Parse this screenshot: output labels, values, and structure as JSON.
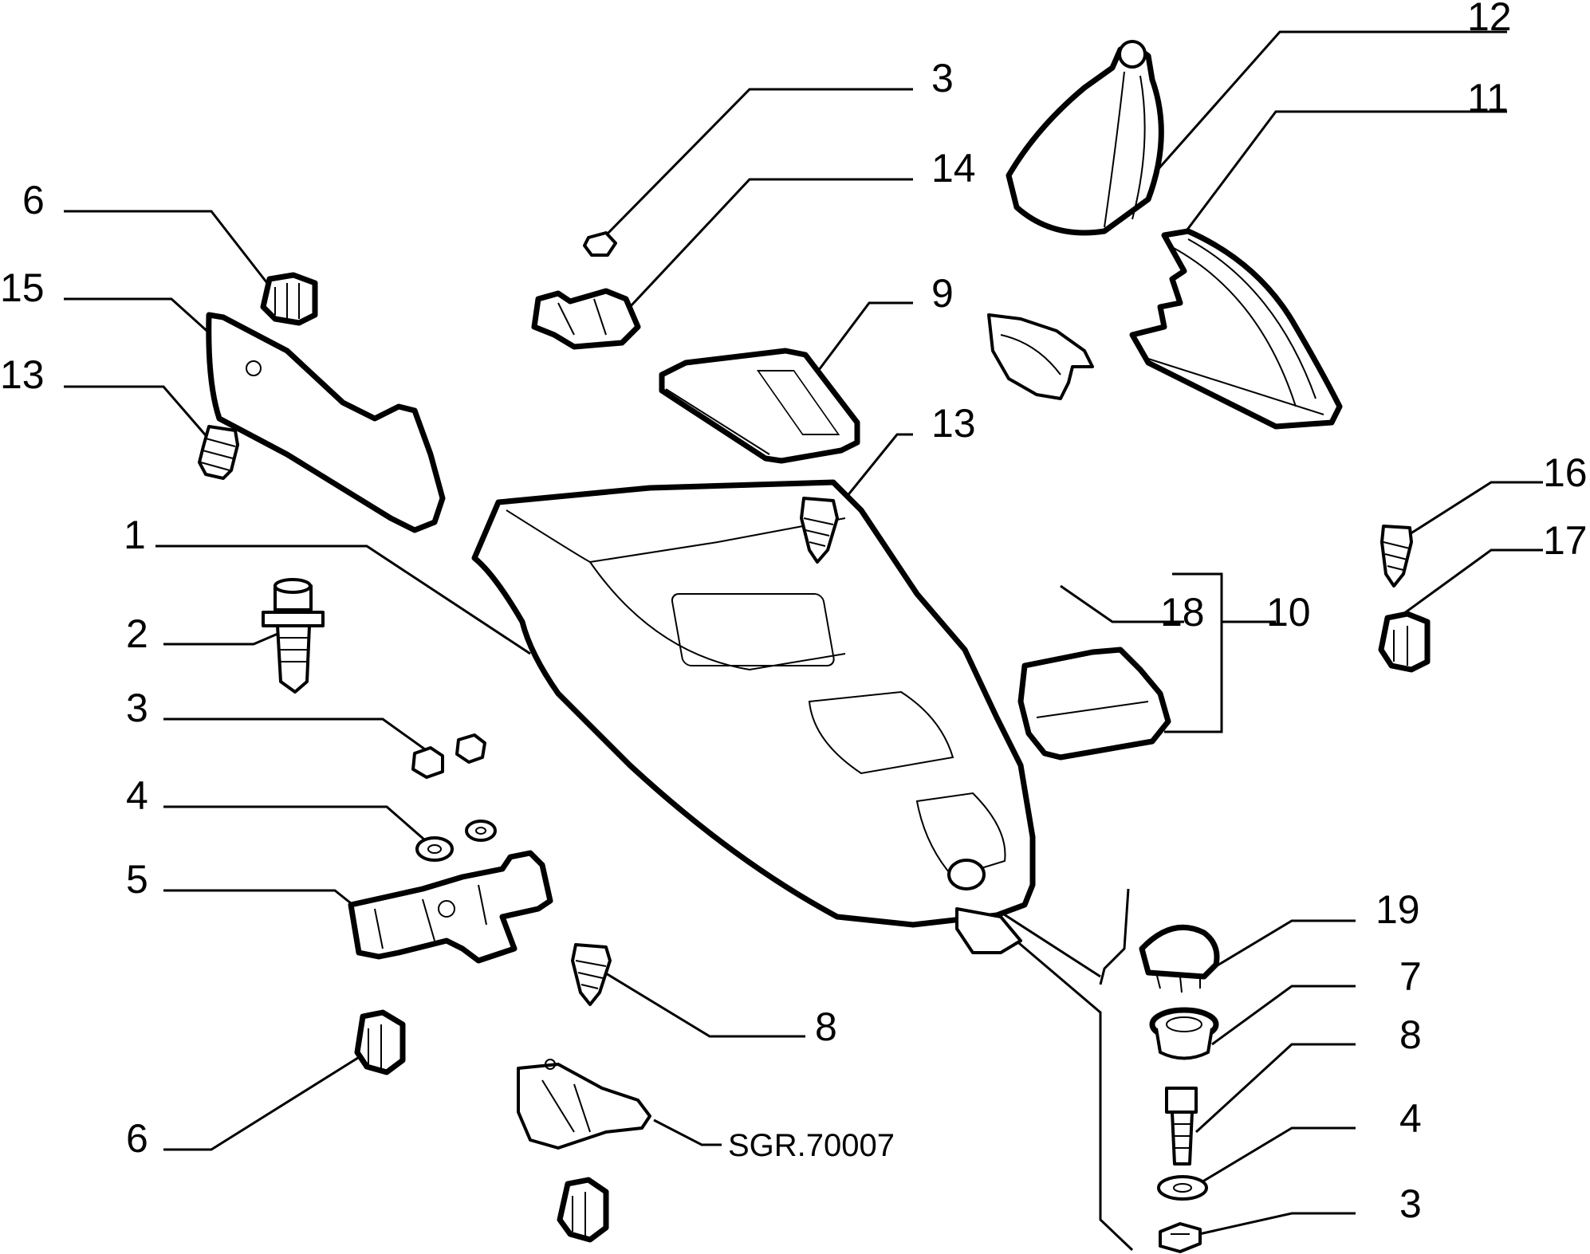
{
  "callouts": {
    "c12": "12",
    "c11": "11",
    "c3_top": "3",
    "c14": "14",
    "c6_top": "6",
    "c15": "15",
    "c13_left": "13",
    "c9": "9",
    "c13_mid": "13",
    "c16": "16",
    "c17": "17",
    "c1": "1",
    "c18": "18",
    "c10": "10",
    "c2": "2",
    "c3_left": "3",
    "c4_left": "4",
    "c5": "5",
    "c19": "19",
    "c7": "7",
    "c8_mid": "8",
    "c8_right": "8",
    "c4_right": "4",
    "c6_bottom": "6",
    "c3_right": "3"
  },
  "reference_code": "SGR.70007"
}
